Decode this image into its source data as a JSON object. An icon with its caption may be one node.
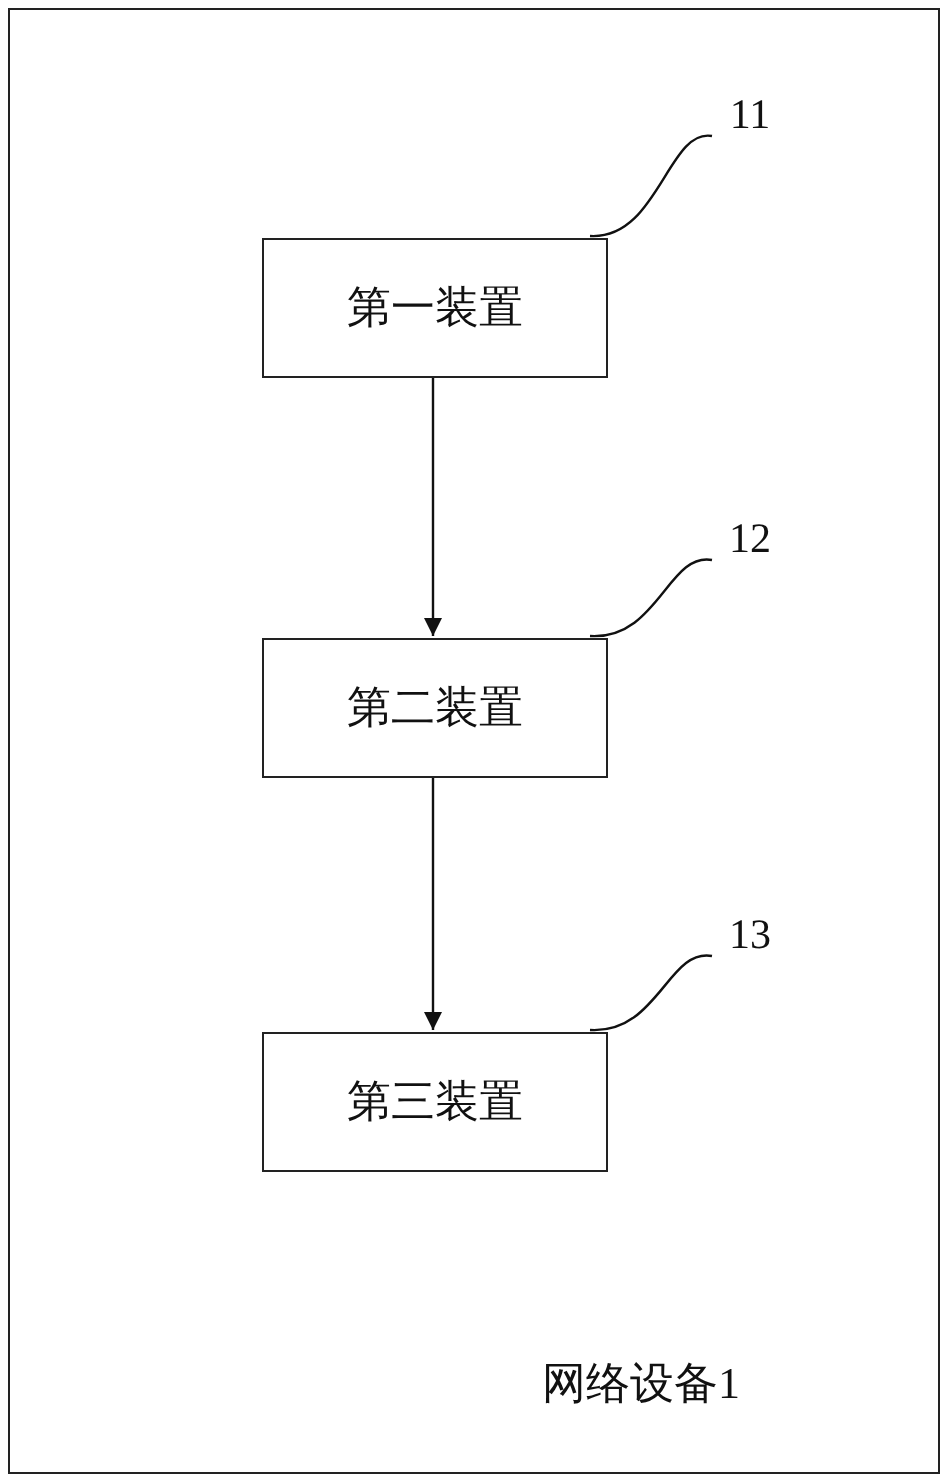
{
  "diagram": {
    "nodes": [
      {
        "text": [
          "网络设备1"
        ]
      },
      {
        "text": [
          "第一装置"
        ],
        "in": 0
      },
      {
        "text": [
          "第二装置"
        ],
        "in": 0
      },
      {
        "text": [
          "第三装置"
        ],
        "in": 0
      },
      {
        "text": [
          "11"
        ],
        "in": 0
      },
      {
        "text": [
          "12"
        ],
        "in": 0
      },
      {
        "text": [
          "13"
        ],
        "in": 0
      }
    ],
    "edges": [
      {
        "from": 1,
        "to": 2,
        "arrow": "to"
      },
      {
        "from": 2,
        "to": 3,
        "arrow": "to"
      },
      {
        "from": 4,
        "to": 1,
        "arrow": "none"
      },
      {
        "from": 5,
        "to": 2,
        "arrow": "none"
      },
      {
        "from": 6,
        "to": 3,
        "arrow": "none"
      }
    ]
  }
}
